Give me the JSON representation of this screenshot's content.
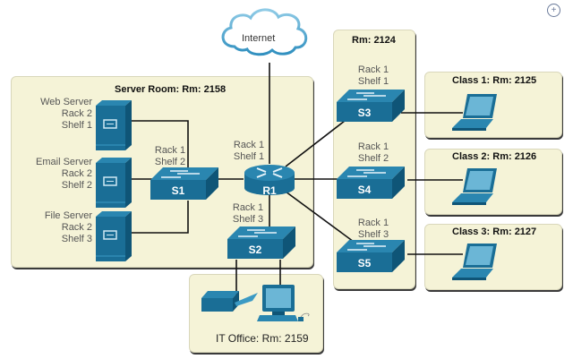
{
  "diagram": {
    "internet": {
      "label": "Internet"
    },
    "rooms": {
      "server_room": {
        "title": "Server Room: Rm: 2158"
      },
      "rm2124": {
        "title": "Rm: 2124"
      },
      "class1": {
        "title": "Class 1: Rm: 2125"
      },
      "class2": {
        "title": "Class 2: Rm: 2126"
      },
      "class3": {
        "title": "Class 3: Rm: 2127"
      },
      "it_office": {
        "title": "IT Office: Rm: 2159"
      }
    },
    "servers": [
      {
        "name": "Web Server",
        "rack": "Rack 2",
        "shelf": "Shelf 1"
      },
      {
        "name": "Email Server",
        "rack": "Rack 2",
        "shelf": "Shelf 2"
      },
      {
        "name": "File Server",
        "rack": "Rack 2",
        "shelf": "Shelf 3"
      }
    ],
    "devices": {
      "s1": {
        "label": "S1",
        "rack": "Rack 1",
        "shelf": "Shelf 2"
      },
      "r1": {
        "label": "R1",
        "rack": "Rack 1",
        "shelf": "Shelf 1"
      },
      "s2": {
        "label": "S2",
        "rack": "Rack 1",
        "shelf": "Shelf 3"
      },
      "s3": {
        "label": "S3",
        "rack": "Rack 1",
        "shelf": "Shelf 1"
      },
      "s4": {
        "label": "S4",
        "rack": "Rack 1",
        "shelf": "Shelf 2"
      },
      "s5": {
        "label": "S5",
        "rack": "Rack 1",
        "shelf": "Shelf 3"
      }
    },
    "colors": {
      "device": "#1a6e96",
      "device_top": "#2a86b0",
      "room_bg": "#f5f3d7",
      "cloud": "#5aaed3"
    },
    "expand_icon": "expand-icon"
  }
}
